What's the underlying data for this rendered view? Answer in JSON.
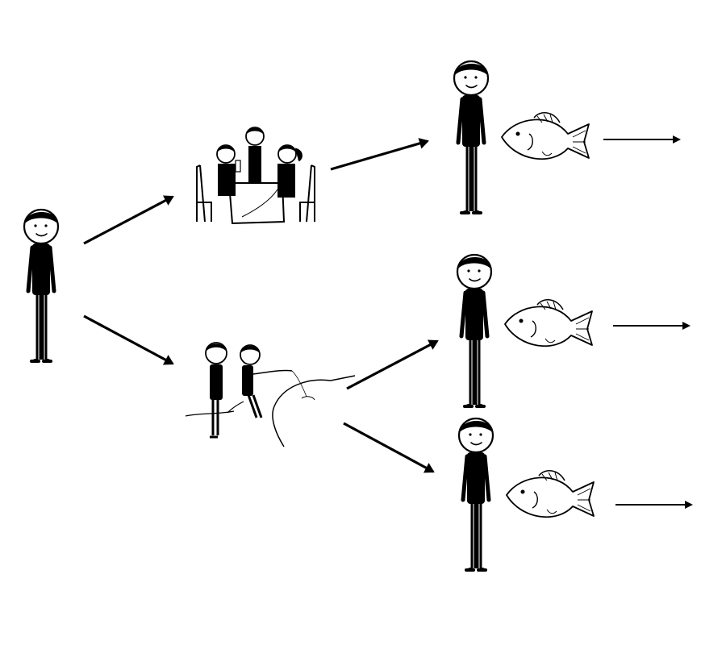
{
  "colors": {
    "ink": "#000000",
    "paper": "#ffffff"
  },
  "diagram": {
    "kind": "flow",
    "nodes": [
      {
        "id": "person-start",
        "icon": "stick-figure"
      },
      {
        "id": "restaurant-scene",
        "icon": "people-at-table-with-waiter"
      },
      {
        "id": "fishing-scene",
        "icon": "two-people-fishing-from-rock"
      },
      {
        "id": "person-top",
        "icon": "stick-figure"
      },
      {
        "id": "fish-top",
        "icon": "fish"
      },
      {
        "id": "person-middle",
        "icon": "stick-figure"
      },
      {
        "id": "fish-middle",
        "icon": "fish"
      },
      {
        "id": "person-bottom",
        "icon": "stick-figure"
      },
      {
        "id": "fish-bottom",
        "icon": "fish"
      }
    ],
    "edges": [
      {
        "from": "person-start",
        "to": "restaurant-scene"
      },
      {
        "from": "person-start",
        "to": "fishing-scene"
      },
      {
        "from": "restaurant-scene",
        "to": "person-top"
      },
      {
        "from": "fishing-scene",
        "to": "person-middle"
      },
      {
        "from": "fishing-scene",
        "to": "person-bottom"
      },
      {
        "from": "fish-top",
        "to": ""
      },
      {
        "from": "fish-middle",
        "to": ""
      },
      {
        "from": "fish-bottom",
        "to": ""
      }
    ]
  }
}
